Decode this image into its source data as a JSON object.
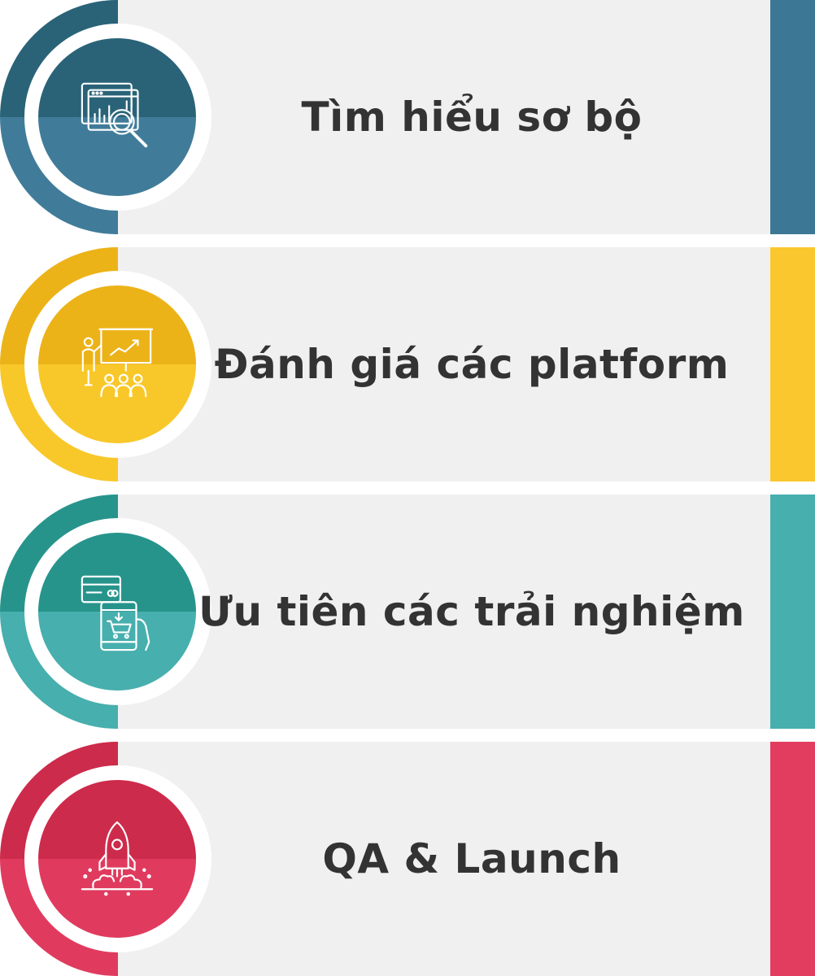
{
  "steps": [
    {
      "label": "Tìm hiểu sơ bộ",
      "icon": "analytics-magnifier-icon",
      "colors": {
        "dark": "#2a6378",
        "light": "#407c99",
        "bar": "#3c7895"
      }
    },
    {
      "label": "Đánh giá các platform",
      "icon": "presentation-audience-icon",
      "colors": {
        "dark": "#ecb318",
        "light": "#f8c82a",
        "bar": "#fbc72f"
      }
    },
    {
      "label": "Ưu tiên các trải nghiệm",
      "icon": "mobile-shopping-icon",
      "colors": {
        "dark": "#27948c",
        "light": "#47afae",
        "bar": "#48afaf"
      }
    },
    {
      "label": "QA & Launch",
      "icon": "rocket-launch-icon",
      "colors": {
        "dark": "#cd2b4b",
        "light": "#e03b5f",
        "bar": "#e23d5f"
      }
    }
  ]
}
